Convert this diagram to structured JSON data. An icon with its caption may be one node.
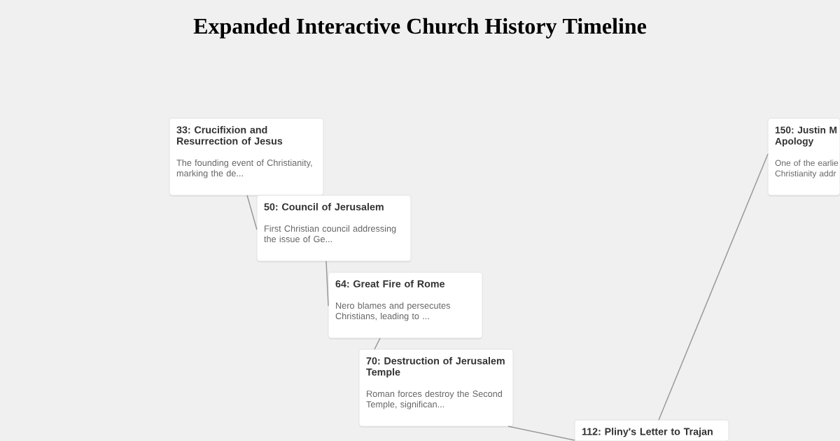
{
  "diagram": {
    "title": "Expanded Interactive Church History Timeline",
    "nodes": [
      {
        "text": [
          "33: Crucifixion and Resurrection of Jesus",
          "The founding event of Christianity, marking the de..."
        ]
      },
      {
        "text": [
          "50: Council of Jerusalem",
          "First Christian council addressing the issue of Ge..."
        ]
      },
      {
        "text": [
          "64: Great Fire of Rome",
          "Nero blames and persecutes Christians, leading to ..."
        ]
      },
      {
        "text": [
          "70: Destruction of Jerusalem Temple",
          "Roman forces destroy the Second Temple, significan..."
        ]
      },
      {
        "text": [
          "112: Pliny's Letter to Trajan"
        ]
      },
      {
        "text": [
          "150: Justin M Apology",
          "One of the earlie Christianity addr"
        ]
      }
    ],
    "edges": [
      {
        "from": 0,
        "to": 1,
        "arrow": "none"
      },
      {
        "from": 1,
        "to": 2,
        "arrow": "none"
      },
      {
        "from": 2,
        "to": 3,
        "arrow": "none"
      },
      {
        "from": 3,
        "to": 4,
        "arrow": "none"
      },
      {
        "from": 4,
        "to": 5,
        "arrow": "none"
      }
    ]
  }
}
